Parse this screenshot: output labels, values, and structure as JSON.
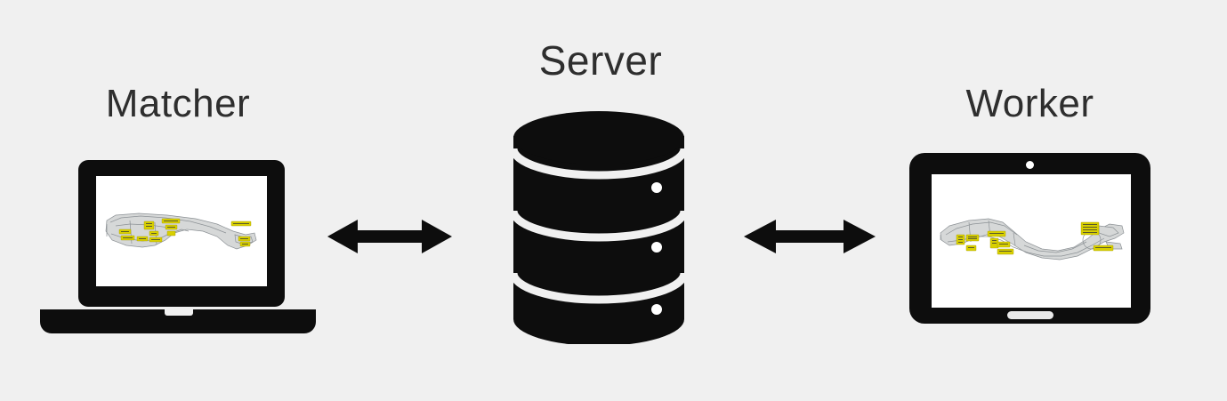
{
  "diagram": {
    "title": "Matcher-Server-Worker architecture",
    "background_color": "#f0f0f0",
    "label_color": "#2e2e2e",
    "icon_color": "#0d0d0d",
    "screen_color": "#ffffff",
    "cad_fill_color": "#d6d8d8",
    "cad_line_color": "#8d9296",
    "cad_highlight_color": "#d9d000"
  },
  "nodes": {
    "matcher": {
      "label": "Matcher",
      "device": "laptop",
      "screen_content": "cad-part-drawing"
    },
    "server": {
      "label": "Server",
      "device": "database-cylinder",
      "disk_count": 3,
      "led_count": 3
    },
    "worker": {
      "label": "Worker",
      "device": "tablet",
      "screen_content": "cad-part-drawing"
    }
  },
  "connections": [
    {
      "name": "matcher-server-link",
      "from": "matcher",
      "to": "server",
      "style": "double-headed-arrow",
      "bidirectional": true
    },
    {
      "name": "server-worker-link",
      "from": "server",
      "to": "worker",
      "style": "double-headed-arrow",
      "bidirectional": true
    }
  ]
}
